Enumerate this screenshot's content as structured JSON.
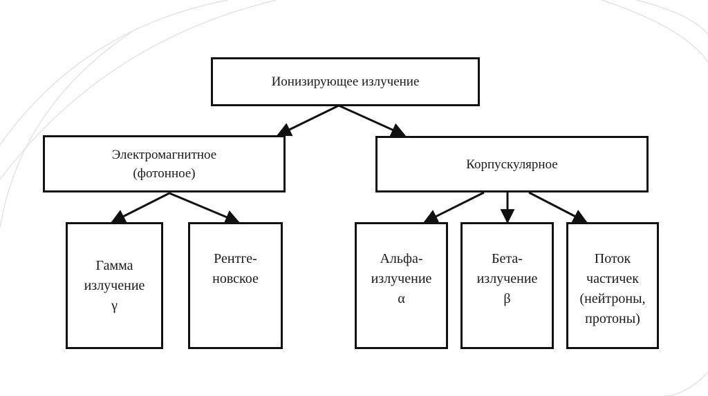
{
  "root": {
    "label": "Ионизирующее излучение"
  },
  "electromagnetic": {
    "line1": "Электромагнитное",
    "line2": "(фотонное)"
  },
  "corpuscular": {
    "label": "Корпускулярное"
  },
  "gamma": {
    "line1": "Гамма",
    "line2": "излучение",
    "line3": "γ"
  },
  "xray": {
    "line1": "Рентге-",
    "line2": "новское"
  },
  "alpha": {
    "line1": "Альфа-",
    "line2": "излучение",
    "line3": "α"
  },
  "beta": {
    "line1": "Бета-",
    "line2": "излучение",
    "line3": "β"
  },
  "particles": {
    "line1": "Поток",
    "line2": "частичек",
    "line3": "(нейтроны,",
    "line4": "протоны)"
  }
}
